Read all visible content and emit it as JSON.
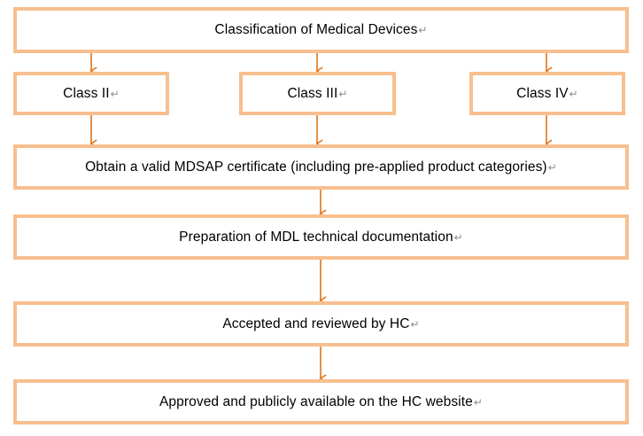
{
  "diagram": {
    "title": "Classification of Medical Devices",
    "type": "flowchart",
    "colors": {
      "node_border": "#f8bf8e",
      "node_fill": "#ffffff",
      "connector": "#e0751a",
      "text": "#000000",
      "pilcrow": "#8c8c8c"
    },
    "pilcrow_glyph": "↵",
    "nodes": [
      {
        "id": "classification",
        "label": "Classification of Medical Devices"
      },
      {
        "id": "class-2",
        "label": "Class II"
      },
      {
        "id": "class-3",
        "label": "Class III"
      },
      {
        "id": "class-4",
        "label": "Class IV"
      },
      {
        "id": "mdsap-certificate",
        "label": "Obtain a valid MDSAP certificate (including pre-applied product categories)"
      },
      {
        "id": "mdl-documentation",
        "label": "Preparation of MDL technical documentation"
      },
      {
        "id": "hc-review",
        "label": "Accepted and reviewed by HC"
      },
      {
        "id": "hc-website",
        "label": "Approved and publicly available on the HC website"
      }
    ],
    "edges": [
      {
        "from": "classification",
        "to": "class-2"
      },
      {
        "from": "classification",
        "to": "class-3"
      },
      {
        "from": "classification",
        "to": "class-4"
      },
      {
        "from": "class-2",
        "to": "mdsap-certificate"
      },
      {
        "from": "class-3",
        "to": "mdsap-certificate"
      },
      {
        "from": "class-4",
        "to": "mdsap-certificate"
      },
      {
        "from": "mdsap-certificate",
        "to": "mdl-documentation"
      },
      {
        "from": "mdl-documentation",
        "to": "hc-review"
      },
      {
        "from": "hc-review",
        "to": "hc-website"
      }
    ]
  }
}
